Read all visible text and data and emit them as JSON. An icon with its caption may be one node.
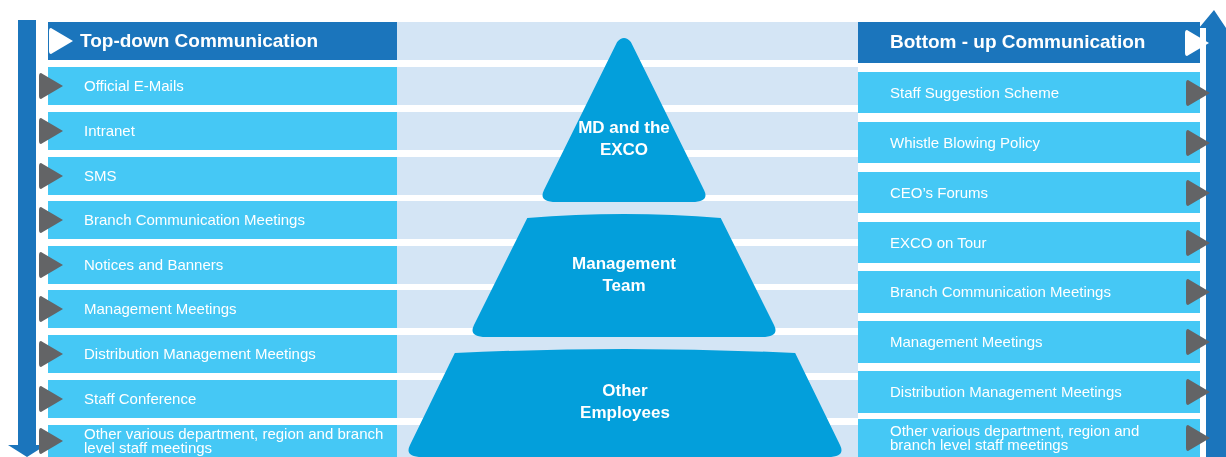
{
  "diagram": {
    "nodes": [
      {
        "text": [
          "Top-down Communication"
        ]
      },
      {
        "text": [
          "Official E-Mails"
        ]
      },
      {
        "text": [
          "Intranet"
        ]
      },
      {
        "text": [
          "SMS"
        ]
      },
      {
        "text": [
          "Branch Communication Meetings"
        ]
      },
      {
        "text": [
          "Notices and Banners"
        ]
      },
      {
        "text": [
          "Management Meetings"
        ]
      },
      {
        "text": [
          "Distribution Management  Meetings"
        ]
      },
      {
        "text": [
          "Staff Conference"
        ]
      },
      {
        "text": [
          "Other various  department, region and branch level  staff meetings"
        ]
      },
      {
        "text": [
          "MD and the EXCO"
        ]
      },
      {
        "text": [
          "Management Team"
        ]
      },
      {
        "text": [
          "Other Employees"
        ]
      },
      {
        "text": [
          "Bottom - up Communication"
        ]
      },
      {
        "text": [
          "Staff Suggestion Scheme"
        ]
      },
      {
        "text": [
          "Whistle Blowing Policy"
        ]
      },
      {
        "text": [
          "CEO’s Forums"
        ]
      },
      {
        "text": [
          "EXCO on Tour"
        ]
      },
      {
        "text": [
          "Branch Communication Meetings"
        ]
      },
      {
        "text": [
          "Management Meetings"
        ]
      },
      {
        "text": [
          "Distribution Management Meetings"
        ]
      },
      {
        "text": [
          "Other various department, region and branch level  staff meetings"
        ]
      }
    ]
  }
}
